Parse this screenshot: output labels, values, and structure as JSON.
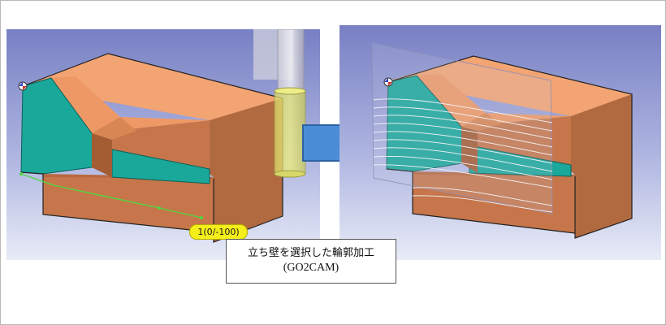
{
  "caption": {
    "line1": "立ち壁を選択した輪郭加工",
    "line2": "(GO2CAM)"
  },
  "left_view": {
    "coordinate_label": "1(0/-100)"
  },
  "colors": {
    "viewport_top": "#7a84c6",
    "viewport_bottom": "#e6e9f6",
    "block_top": "#f3a473",
    "block_front": "#c6764a",
    "block_side": "#b16a40",
    "selected_wall": "#1aa89a",
    "toolpath": "#4fd642",
    "arrow_fill": "#4a8cd6"
  },
  "icons": [
    "axis-triad-icon",
    "cutting-tool-icon",
    "right-arrow-icon"
  ]
}
